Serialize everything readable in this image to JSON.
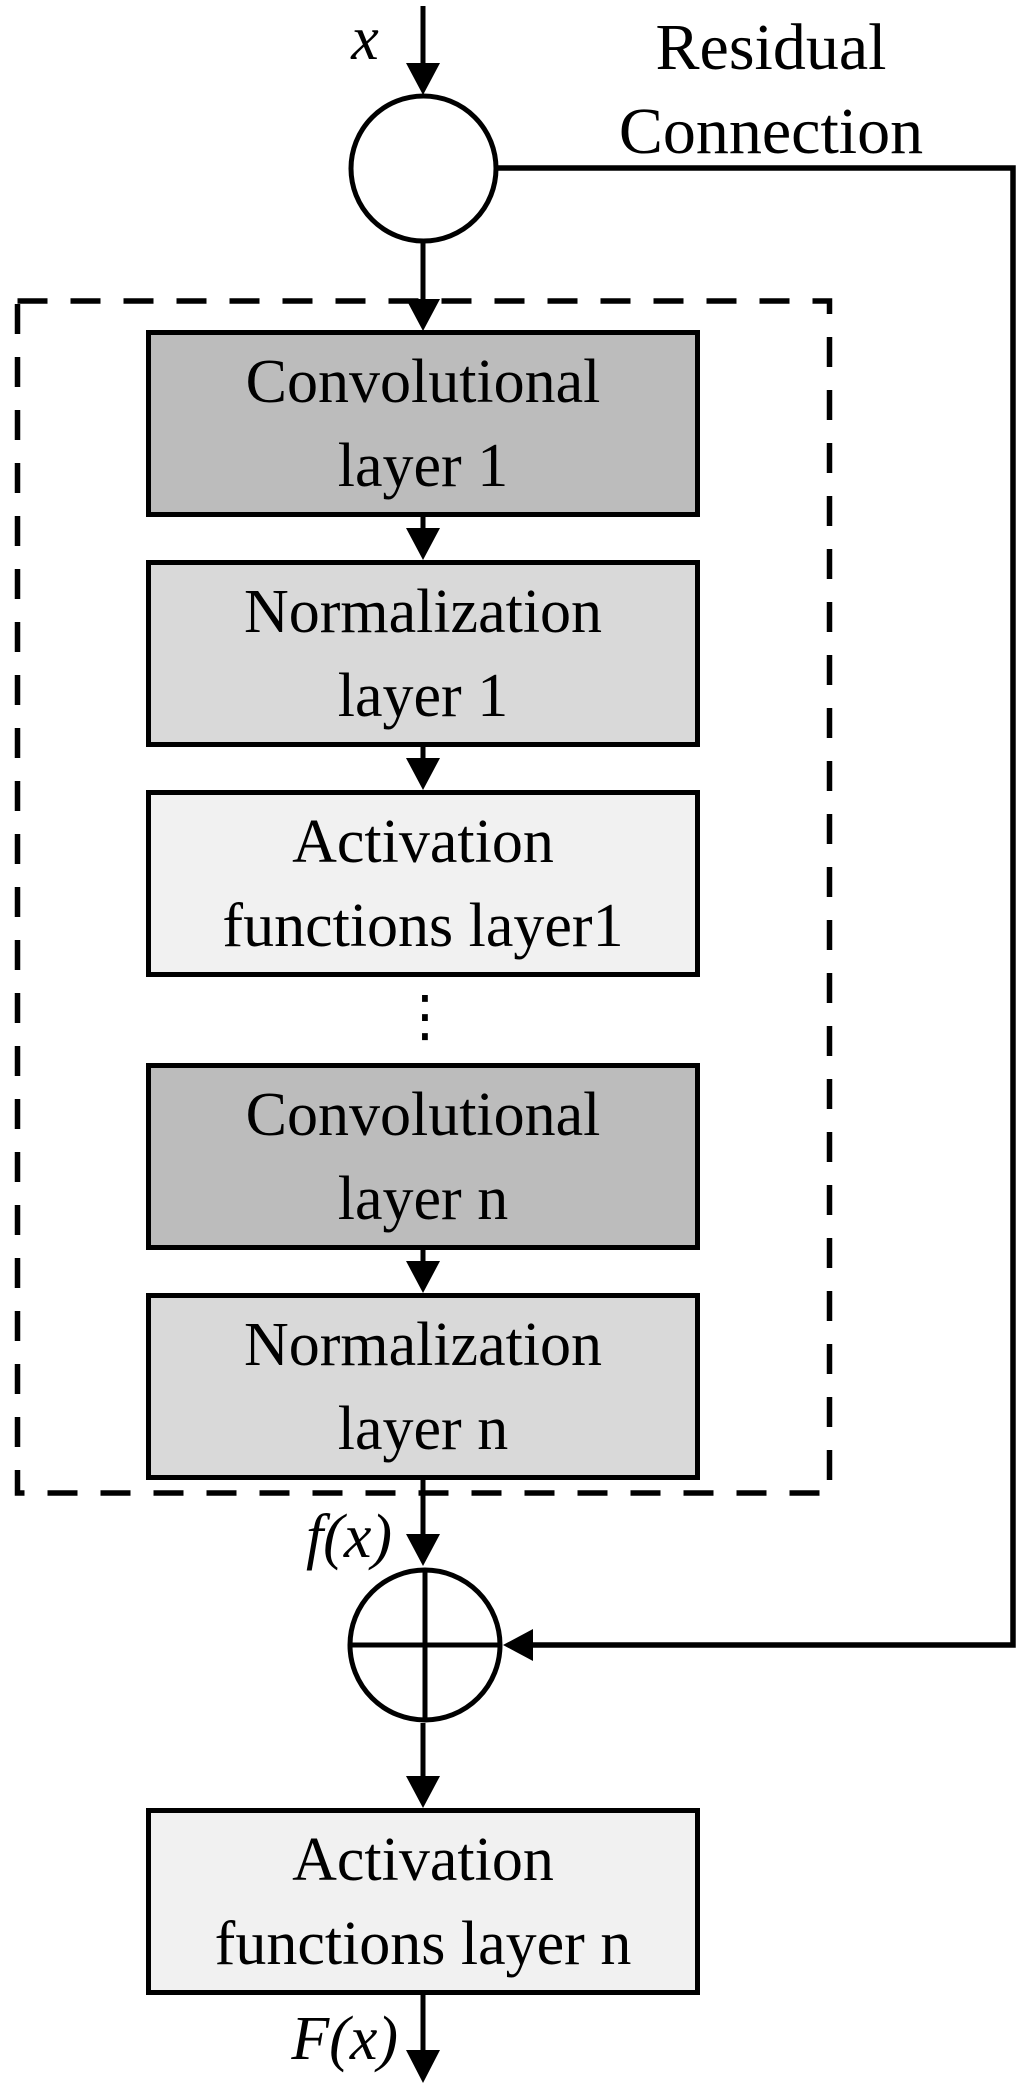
{
  "diagram": {
    "background": "#ffffff",
    "line_color": "#000000",
    "input_label": "x",
    "residual_label": {
      "line1": "Residual",
      "line2": "Connection"
    },
    "sum_input_label": "f(x)",
    "output_label": "F(x)",
    "ellipsis": "⋮",
    "boxes": [
      {
        "name": "convolutional-layer-1",
        "line1": "Convolutional",
        "line2": "layer 1",
        "fill": "#bcbcbc"
      },
      {
        "name": "normalization-layer-1",
        "line1": "Normalization",
        "line2": "layer 1",
        "fill": "#d9d9d9"
      },
      {
        "name": "activation-functions-layer-1",
        "line1": "Activation",
        "line2": "functions layer1",
        "fill": "#f1f1f1"
      },
      {
        "name": "convolutional-layer-n",
        "line1": "Convolutional",
        "line2": "layer n",
        "fill": "#bcbcbc"
      },
      {
        "name": "normalization-layer-n",
        "line1": "Normalization",
        "line2": "layer n",
        "fill": "#d9d9d9"
      },
      {
        "name": "activation-functions-layer-n",
        "line1": "Activation",
        "line2": "functions layer n",
        "fill": "#f1f1f1"
      }
    ]
  }
}
